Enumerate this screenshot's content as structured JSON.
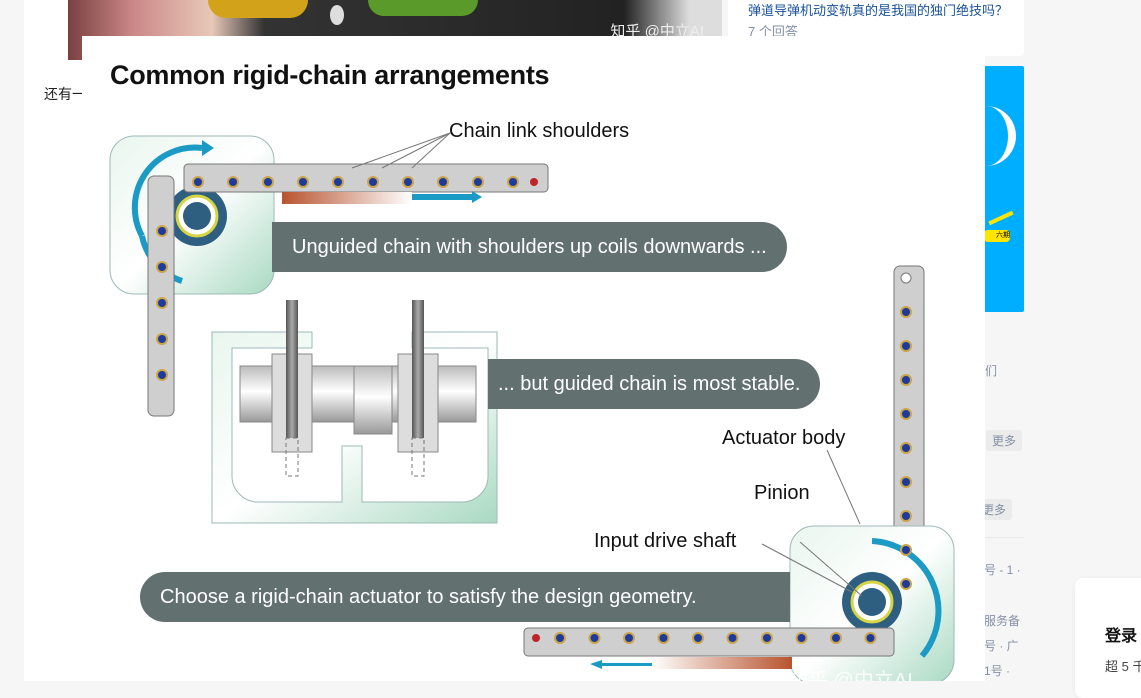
{
  "article": {
    "photo_watermark": "知乎 @中立AI",
    "body_text_fragment": "还有一"
  },
  "sidebar": {
    "related_question": {
      "text": "弹道导弹机动变轨真的是我国的独门绝技吗？",
      "answer_count": "7 个回答"
    },
    "banner_tag": "六期",
    "fragments": {
      "f1": "们",
      "more1": "更多",
      "more2": "更多",
      "f2": "号 - 1 ·",
      "f3": "服务备",
      "f4": "号 · 广",
      "f5": "1号 ·"
    },
    "login_card": {
      "title": "登录",
      "subtitle": "超 5 千"
    }
  },
  "viewer": {
    "figure_title": "Common rigid-chain arrangements",
    "labels": {
      "chain_link_shoulders": "Chain link shoulders",
      "actuator_body": "Actuator body",
      "pinion": "Pinion",
      "input_drive_shaft": "Input drive shaft"
    },
    "captions": {
      "unguided": "Unguided chain with shoulders up coils downwards ...",
      "guided": "... but guided chain is most stable.",
      "choose": "Choose a rigid-chain actuator to satisfy the design geometry."
    },
    "watermark": "知乎 @中立AI",
    "colors": {
      "caption_bg": "#637070",
      "arrow_blue": "#1a9ac4",
      "gear_blue": "#2e5f80",
      "pin_blue": "#1f3a9a",
      "housing_green": "#bfe3d2"
    }
  }
}
